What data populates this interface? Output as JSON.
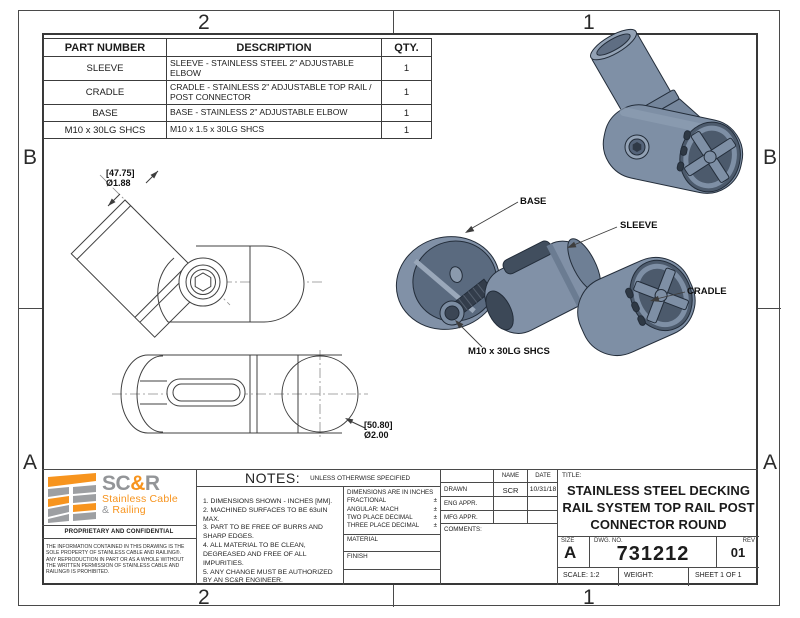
{
  "zones": {
    "top_left": "2",
    "top_right": "1",
    "bottom_left": "2",
    "bottom_right": "1",
    "left_top": "B",
    "left_bottom": "A",
    "right_top": "B",
    "right_bottom": "A"
  },
  "parts_table": {
    "headers": [
      "PART NUMBER",
      "DESCRIPTION",
      "QTY."
    ],
    "rows": [
      {
        "part": "SLEEVE",
        "description": "SLEEVE - STAINLESS STEEL 2\" ADJUSTABLE ELBOW",
        "qty": "1"
      },
      {
        "part": "CRADLE",
        "description": "CRADLE - STAINLESS 2\" ADJUSTABLE TOP RAIL / POST CONNECTOR",
        "qty": "1"
      },
      {
        "part": "BASE",
        "description": "BASE - STAINLESS 2\" ADJUSTABLE ELBOW",
        "qty": "1"
      },
      {
        "part": "M10 x 30LG SHCS",
        "description": "M10 x 1.5 x 30LG SHCS",
        "qty": "1"
      }
    ]
  },
  "dimensions": {
    "dim1_mm": "[47.75]",
    "dim1_in": "Ø1.88",
    "dim2_mm": "[50.80]",
    "dim2_in": "Ø2.00"
  },
  "callouts": {
    "base": "BASE",
    "sleeve": "SLEEVE",
    "cradle": "CRADLE",
    "screw": "M10 x 30LG SHCS"
  },
  "logo": {
    "sc": "SC",
    "amp": "&",
    "r": "R",
    "line1": "Stainless Cable",
    "line2_amp": "&",
    "line2": " Railing",
    "orange": "#F7941E",
    "gray": "#939598"
  },
  "legal": {
    "proprietary": "PROPRIETARY AND CONFIDENTIAL",
    "text": "THE INFORMATION CONTAINED IN THIS DRAWING IS THE SOLE PROPERTY OF STAINLESS CABLE AND RAILING®. ANY REPRODUCTION IN PART OR AS A WHOLE WITHOUT THE WRITTEN PERMISSION OF STAINLESS CABLE AND RAILING® IS PROHIBITED."
  },
  "notes": {
    "label": "NOTES:",
    "qualifier": "UNLESS OTHERWISE SPECIFIED",
    "lines": [
      "1. DIMENSIONS SHOWN - INCHES [MM].",
      "2. MACHINED SURFACES TO BE 63uIN MAX.",
      "3. PART TO BE FREE OF BURRS AND SHARP EDGES.",
      "4. ALL MATERIAL TO BE CLEAN, DEGREASED AND FREE OF ALL IMPURITIES.",
      "5. ANY CHANGE MUST BE AUTHORIZED BY AN SC&R ENGINEER."
    ]
  },
  "tolerances": {
    "title": "DIMENSIONS ARE IN INCHES",
    "rows": [
      {
        "label": "FRACTIONAL",
        "pm": "±"
      },
      {
        "label": "ANGULAR: MACH",
        "pm": "±"
      },
      {
        "label": "TWO PLACE DECIMAL",
        "pm": "±"
      },
      {
        "label": "THREE PLACE DECIMAL",
        "pm": "±"
      }
    ],
    "material_label": "MATERIAL",
    "finish_label": "FINISH"
  },
  "approvals": {
    "name_header": "NAME",
    "date_header": "DATE",
    "rows": [
      {
        "label": "DRAWN",
        "name": "SCR",
        "date": "10/31/18"
      },
      {
        "label": "ENG APPR.",
        "name": "",
        "date": ""
      },
      {
        "label": "MFG APPR.",
        "name": "",
        "date": ""
      }
    ],
    "comments_label": "COMMENTS:"
  },
  "title_block": {
    "title_label": "TITLE:",
    "title_line1": "STAINLESS STEEL DECKING",
    "title_line2": "RAIL SYSTEM TOP RAIL POST",
    "title_line3": "CONNECTOR ROUND",
    "size_label": "SIZE",
    "size": "A",
    "dwg_label": "DWG.  NO.",
    "dwg_no": "731212",
    "rev_label": "REV",
    "rev": "01",
    "scale": "SCALE: 1:2",
    "weight": "WEIGHT:",
    "sheet": "SHEET 1 OF 1"
  },
  "colors": {
    "accent_orange": "#F7941E",
    "logo_gray": "#939598",
    "steel_light": "#8FA0B4",
    "steel_mid": "#8191A7",
    "steel_dark": "#4C5A6C",
    "line": "#404040"
  }
}
